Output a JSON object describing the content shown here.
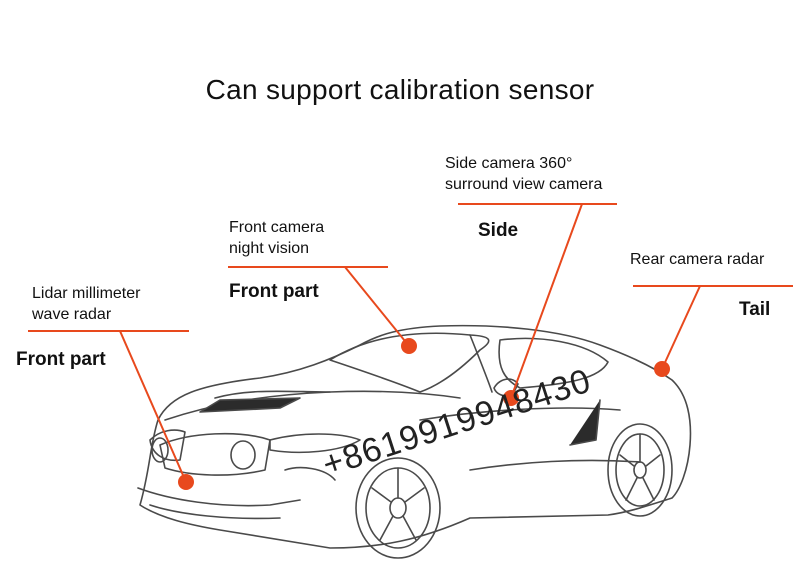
{
  "title": "Can support calibration sensor",
  "callouts": [
    {
      "lines": [
        "Lidar millimeter",
        "wave radar"
      ],
      "part": "Front part"
    },
    {
      "lines": [
        "Front camera",
        "night vision"
      ],
      "part": "Front part"
    },
    {
      "lines": [
        "Side camera 360°",
        "surround view camera"
      ],
      "part": "Side"
    },
    {
      "lines": [
        "Rear camera radar"
      ],
      "part": "Tail"
    }
  ],
  "watermark": "+8619919948430",
  "colors": {
    "leader": "#e8491d",
    "line_art": "#555555",
    "text": "#111111"
  }
}
